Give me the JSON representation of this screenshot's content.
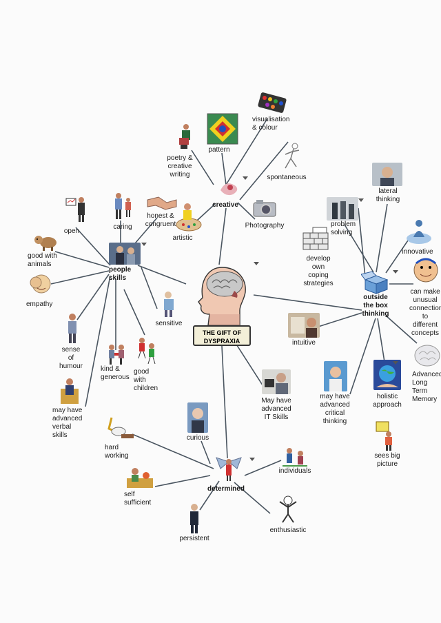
{
  "center": {
    "line1": "THE GIFT OF",
    "line2": "DYSPRAXIA"
  },
  "hubs": {
    "creative": "creative",
    "people_skills": "people\nskills",
    "outside_box": "outside\nthe box\nthinking",
    "determined": "determined"
  },
  "creative_items": {
    "visualisation": "visualisation\n& colour",
    "pattern": "pattern",
    "poetry": "poetry &\ncreative\nwriting",
    "spontaneous": "spontaneous",
    "photography": "Photography",
    "artistic": "artistic",
    "honest": "honest &\ncongruent"
  },
  "people_items": {
    "open": "open",
    "caring": "caring",
    "good_animals": "good with\nanimals",
    "empathy": "empathy",
    "sense_humour": "sense\nof\nhumour",
    "verbal": "may have\nadvanced\nverbal\nskills",
    "kind": "kind &\ngenerous",
    "children": "good\nwith\nchildren",
    "sensitive": "sensitive"
  },
  "outside_items": {
    "lateral": "lateral\nthinking",
    "problem": "problem\nsolving",
    "coping": "develop\nown\ncoping\nstrategies",
    "innovative": "innovative",
    "connections": "can make\nunusual\nconnections\nto different\nconcepts",
    "intuitive": "intuitive",
    "critical": "may have\nadvanced\ncritical\nthinking",
    "holistic": "holistic\napproach",
    "memory": "Advanced\nLong\nTerm\nMemory",
    "big_picture": "sees big\npicture"
  },
  "center_items": {
    "it_skills": "May have\nadvanced\nIT Skills"
  },
  "determined_items": {
    "curious": "curious",
    "hard_working": "hard\nworking",
    "individuals": "individuals",
    "self_sufficient": "self\nsufficient",
    "persistent": "persistent",
    "enthusiastic": "enthusiastic"
  },
  "colors": {
    "line": "#4a5560",
    "ink": "#1a1a1a"
  }
}
